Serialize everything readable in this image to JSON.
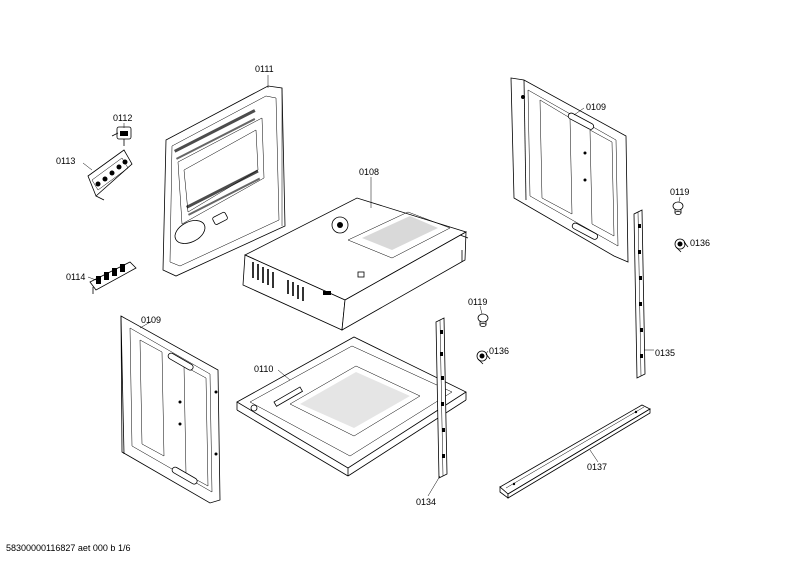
{
  "labels": {
    "p0111": "0111",
    "p0112": "0112",
    "p0113": "0113",
    "p0114": "0114",
    "p0108": "0108",
    "p0109_top": "0109",
    "p0109_bottom": "0109",
    "p0119_right": "0119",
    "p0119_mid": "0119",
    "p0136_right": "0136",
    "p0136_mid": "0136",
    "p0110": "0110",
    "p0135": "0135",
    "p0134": "0134",
    "p0137": "0137"
  },
  "footer": "58300000116827 aet 000 b 1/6"
}
